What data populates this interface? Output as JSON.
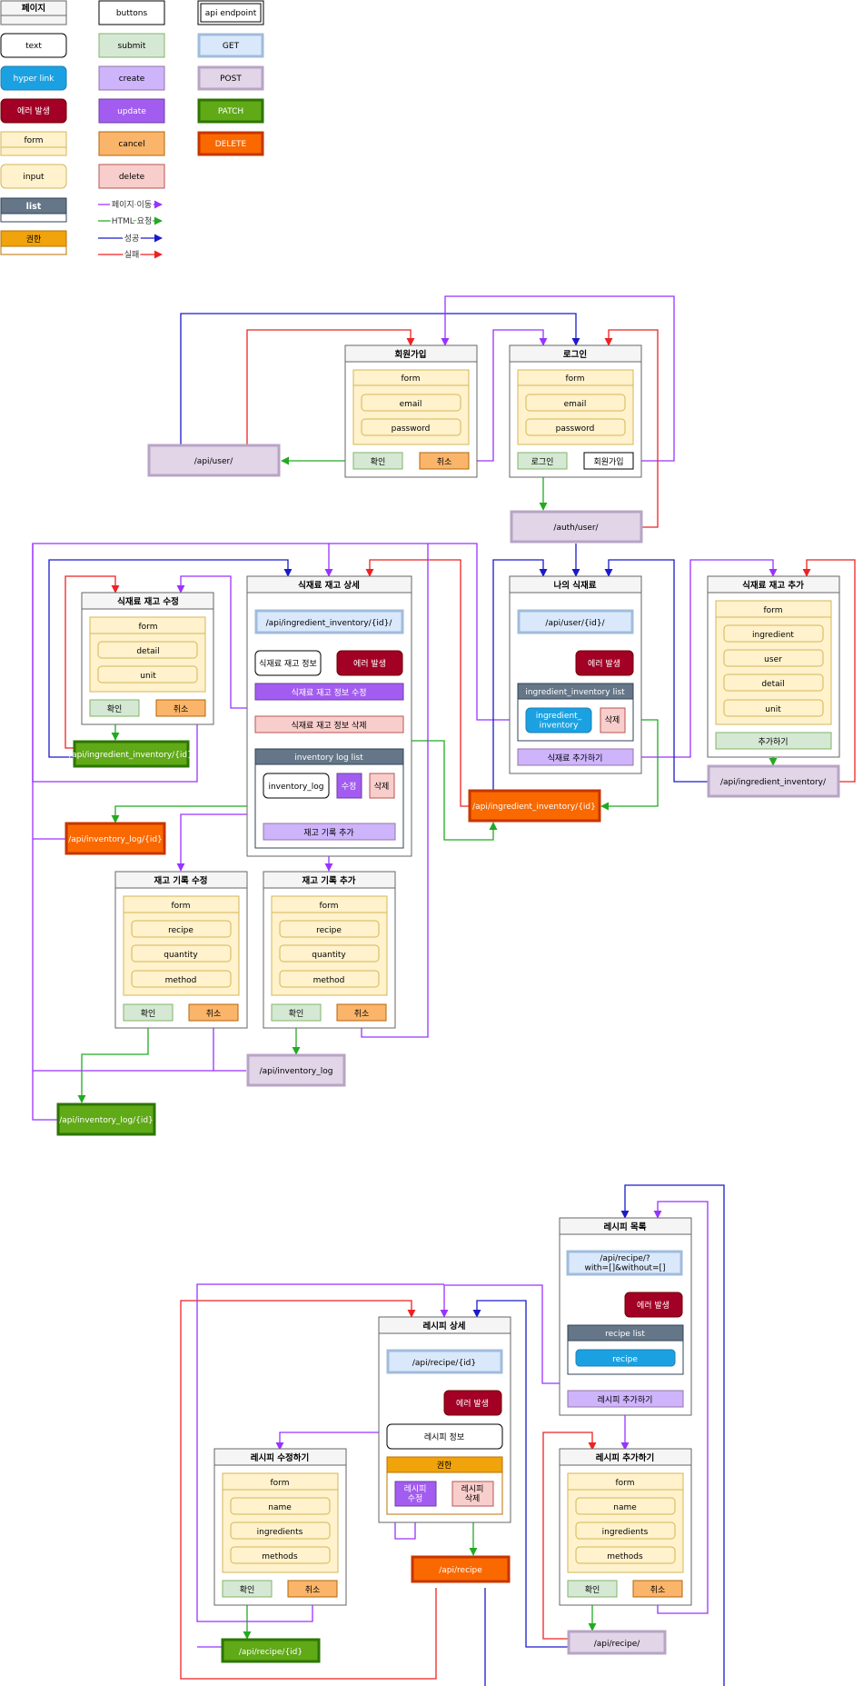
{
  "legend": {
    "page": "페이지",
    "text": "text",
    "hyperlink": "hyper link",
    "error": "에러 발생",
    "form": "form",
    "input": "input",
    "list": "list",
    "auth": "권한",
    "buttons": "buttons",
    "submit": "submit",
    "create": "create",
    "update": "update",
    "cancel": "cancel",
    "delete": "delete",
    "page_move": "페이지 이동",
    "html_request": "HTML 요청",
    "success": "성공",
    "failure": "실패",
    "api_endpoint": "api endpoint",
    "get": "GET",
    "post": "POST",
    "patch": "PATCH",
    "delete_method": "DELETE"
  },
  "signup": {
    "title": "회원가입",
    "form": "form",
    "email": "email",
    "password": "password",
    "confirm": "확인",
    "cancel": "취소"
  },
  "login": {
    "title": "로그인",
    "form": "form",
    "email": "email",
    "password": "password",
    "login_btn": "로그인",
    "signup_btn": "회원가입"
  },
  "api_user": "/api/user/",
  "api_auth_user": "/auth/user/",
  "inv_edit": {
    "title": "식재료 재고 수정",
    "form": "form",
    "detail": "detail",
    "unit": "unit",
    "confirm": "확인",
    "cancel": "취소"
  },
  "api_ing_inv_patch": "/api/ingredient_inventory/{id}",
  "inv_detail": {
    "title": "식재료 재고 상세",
    "api": "/api/ingredient_inventory/{id}/",
    "info": "식재료 재고 정보",
    "error": "에러 발생",
    "edit": "식재료 재고 정보 수정",
    "delete": "식재료 재고 정보 삭제",
    "log_list": "inventory log list",
    "log_item": "inventory_log",
    "log_edit": "수정",
    "log_delete": "삭제",
    "log_add": "재고 기록 추가"
  },
  "api_inv_log_delete": "/api/inventory_log/{id}",
  "my_ing": {
    "title": "나의 식재료",
    "api": "/api/user/{id}/",
    "error": "에러 발생",
    "list": "ingredient_inventory list",
    "item": "ingredient_\ninventory",
    "delete": "삭제",
    "add": "식재료 추가하기"
  },
  "api_ing_inv_delete": "/api/ingredient_inventory/{id}",
  "inv_add": {
    "title": "식재료 재고 추가",
    "form": "form",
    "ingredient": "ingredient",
    "user": "user",
    "detail": "detail",
    "unit": "unit",
    "add_btn": "추가하기"
  },
  "api_ing_inv_post": "/api/ingredient_inventory/",
  "log_edit": {
    "title": "재고 기록 수정",
    "form": "form",
    "recipe": "recipe",
    "quantity": "quantity",
    "method": "method",
    "confirm": "확인",
    "cancel": "취소"
  },
  "log_add": {
    "title": "재고 기록 추가",
    "form": "form",
    "recipe": "recipe",
    "quantity": "quantity",
    "method": "method",
    "confirm": "확인",
    "cancel": "취소"
  },
  "api_inv_log_post": "/api/inventory_log",
  "api_inv_log_patch": "/api/inventory_log/{id}",
  "recipe_list": {
    "title": "레시피 목록",
    "api": "/api/recipe/?\nwith=[]&without=[]",
    "error": "에러 발생",
    "list": "recipe list",
    "item": "recipe",
    "add": "레시피 추가하기"
  },
  "recipe_detail": {
    "title": "레시피  상세",
    "api": "/api/recipe/{id}",
    "error": "에러 발생",
    "info": "레시피 정보",
    "auth": "권한",
    "edit": "레시피\n수정",
    "delete": "레시피\n삭제"
  },
  "recipe_edit": {
    "title": "레시피 수정하기",
    "form": "form",
    "name": "name",
    "ingredients": "ingredients",
    "methods": "methods",
    "confirm": "확인",
    "cancel": "취소"
  },
  "recipe_add": {
    "title": "레시피 추가하기",
    "form": "form",
    "name": "name",
    "ingredients": "ingredients",
    "methods": "methods",
    "confirm": "확인",
    "cancel": "취소"
  },
  "api_recipe_delete": "/api/recipe",
  "api_recipe_patch": "/api/recipe/{id}",
  "api_recipe_post": "/api/recipe/",
  "colors": {
    "page_move": "#9933ff",
    "html_request": "#22aa22",
    "success": "#1a1acc",
    "failure": "#ee2222"
  }
}
